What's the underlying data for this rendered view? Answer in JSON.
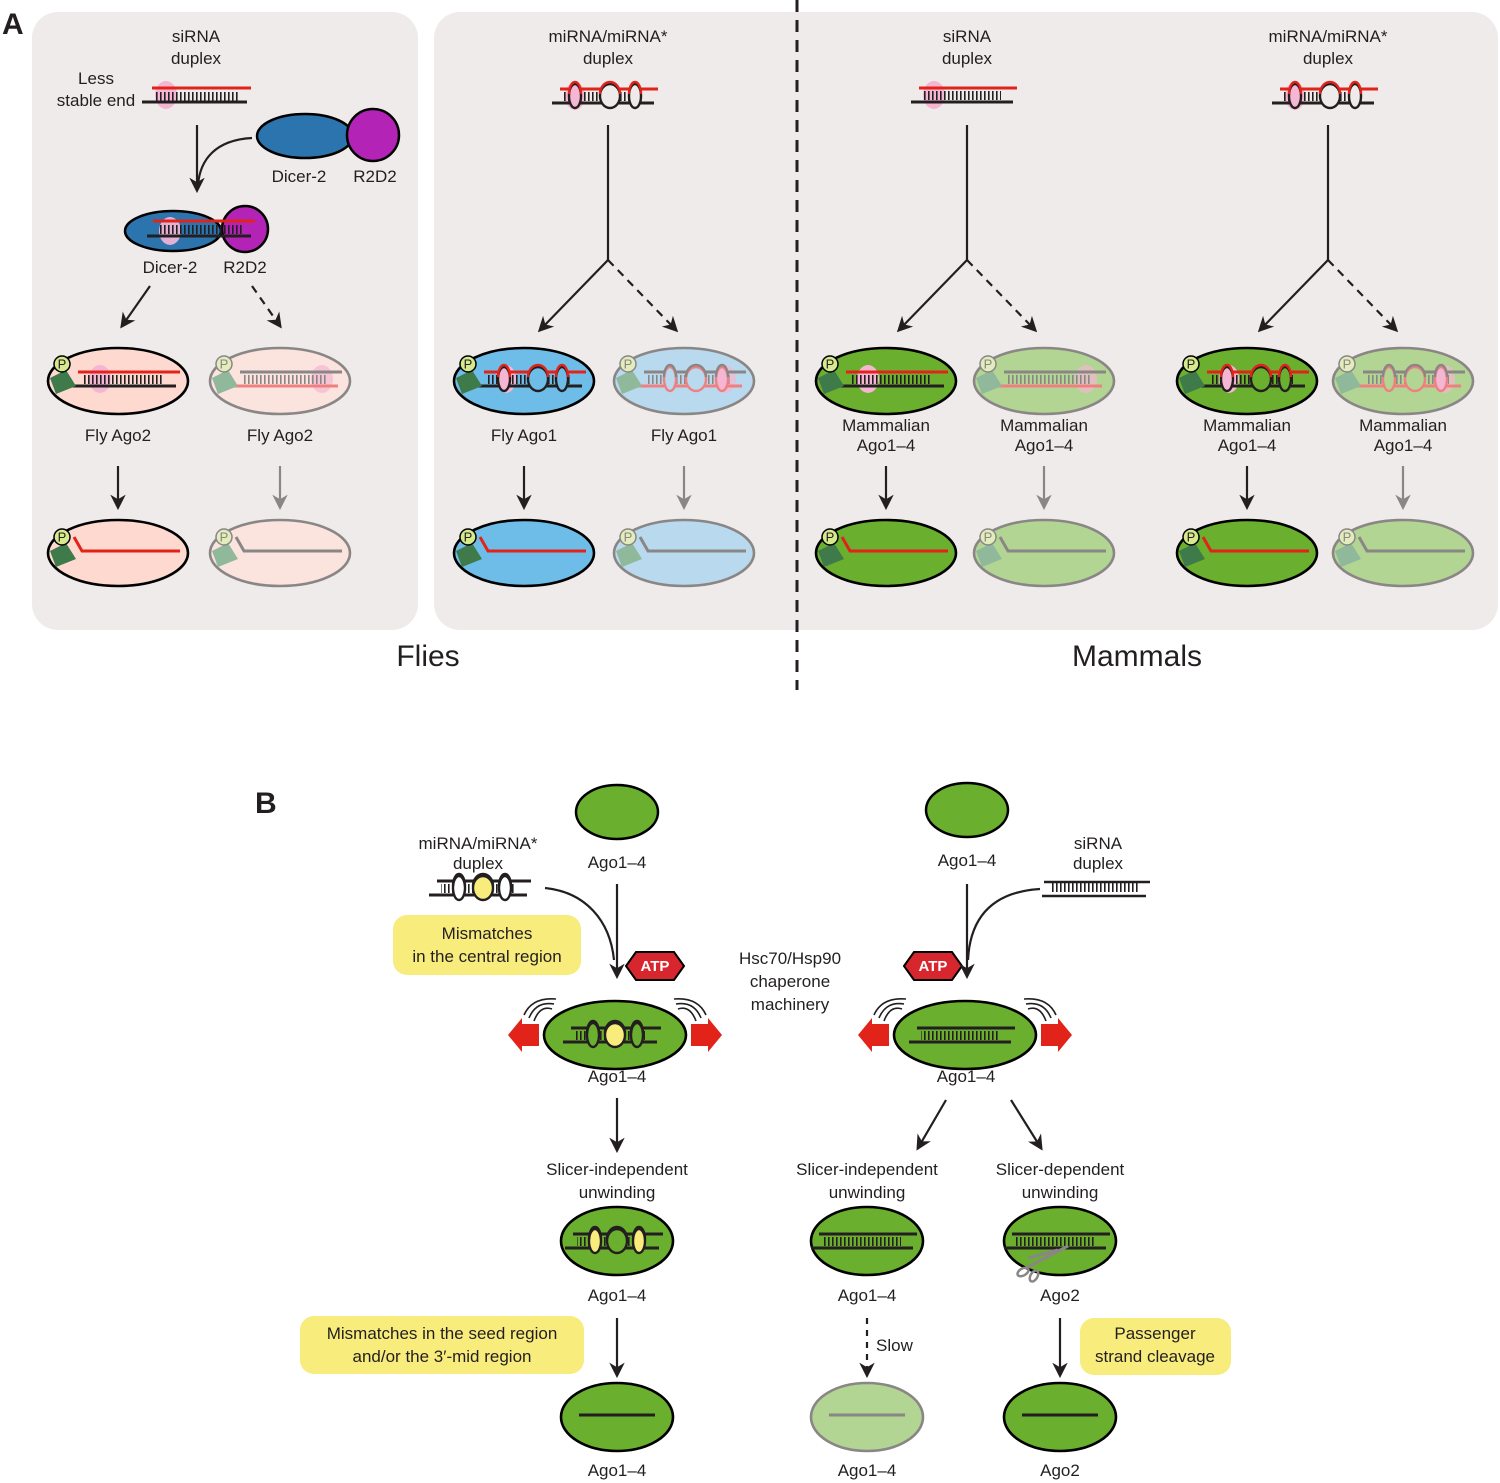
{
  "colors": {
    "panel_bg": "#efebea",
    "fly_ago2": "#fdd9d0",
    "fly_ago2_faded": "#fbe3de",
    "fly_ago1": "#6dbde8",
    "fly_ago1_faded": "#b9d9ee",
    "mammal_ago": "#6aaf2e",
    "mammal_ago_faded": "#b3d594",
    "dicer": "#2b74ad",
    "r2d2": "#b323b6",
    "guide_strand": "#e2231a",
    "highlight_pink": "#f4b6d2",
    "callout_yellow": "#f7ec7c",
    "atp_red": "#d7262e",
    "phosphate": "#d7e98d",
    "mid_domain": "#3f7a4a"
  },
  "panel_a": {
    "letter": "A",
    "fly_sirna": {
      "duplex_label_1": "siRNA",
      "duplex_label_2": "duplex",
      "less_stable_1": "Less",
      "less_stable_2": "stable end",
      "dicer_label": "Dicer-2",
      "r2d2_label": "R2D2",
      "complex_dicer_label": "Dicer-2",
      "complex_r2d2_label": "R2D2",
      "ago_left_label": "Fly Ago2",
      "ago_right_label": "Fly Ago2"
    },
    "fly_mirna": {
      "duplex_label_1": "miRNA/miRNA*",
      "duplex_label_2": "duplex",
      "ago_left_label": "Fly Ago1",
      "ago_right_label": "Fly Ago1"
    },
    "mammal_sirna": {
      "duplex_label_1": "siRNA",
      "duplex_label_2": "duplex",
      "ago_left_label_1": "Mammalian",
      "ago_left_label_2": "Ago1–4",
      "ago_right_label_1": "Mammalian",
      "ago_right_label_2": "Ago1–4"
    },
    "mammal_mirna": {
      "duplex_label_1": "miRNA/miRNA*",
      "duplex_label_2": "duplex",
      "ago_left_label_1": "Mammalian",
      "ago_left_label_2": "Ago1–4",
      "ago_right_label_1": "Mammalian",
      "ago_right_label_2": "Ago1–4"
    },
    "phosphate_label": "P",
    "group_flies": "Flies",
    "group_mammals": "Mammals"
  },
  "panel_b": {
    "letter": "B",
    "left": {
      "empty_ago_label": "Ago1–4",
      "duplex_label_1": "miRNA/miRNA*",
      "duplex_label_2": "duplex",
      "callout_1_line1": "Mismatches",
      "callout_1_line2": "in the central region",
      "loaded_ago_label": "Ago1–4",
      "step_label_1": "Slicer-independent",
      "step_label_2": "unwinding",
      "unwinding_ago_label": "Ago1–4",
      "callout_2_line1": "Mismatches in the seed region",
      "callout_2_line2": "and/or the 3′-mid region",
      "mature_ago_label": "Ago1–4"
    },
    "center": {
      "chaperone_1": "Hsc70/Hsp90",
      "chaperone_2": "chaperone",
      "chaperone_3": "machinery",
      "atp_label": "ATP"
    },
    "right": {
      "empty_ago_label": "Ago1–4",
      "duplex_label_1": "siRNA",
      "duplex_label_2": "duplex",
      "loaded_ago_label": "Ago1–4",
      "branch_a_label_1": "Slicer-independent",
      "branch_a_label_2": "unwinding",
      "branch_a_ago_label": "Ago1–4",
      "slow_label": "Slow",
      "branch_a_mature_label": "Ago1–4",
      "branch_b_label_1": "Slicer-dependent",
      "branch_b_label_2": "unwinding",
      "branch_b_ago_label": "Ago2",
      "callout_3_line1": "Passenger",
      "callout_3_line2": "strand cleavage",
      "branch_b_mature_label": "Ago2"
    }
  }
}
